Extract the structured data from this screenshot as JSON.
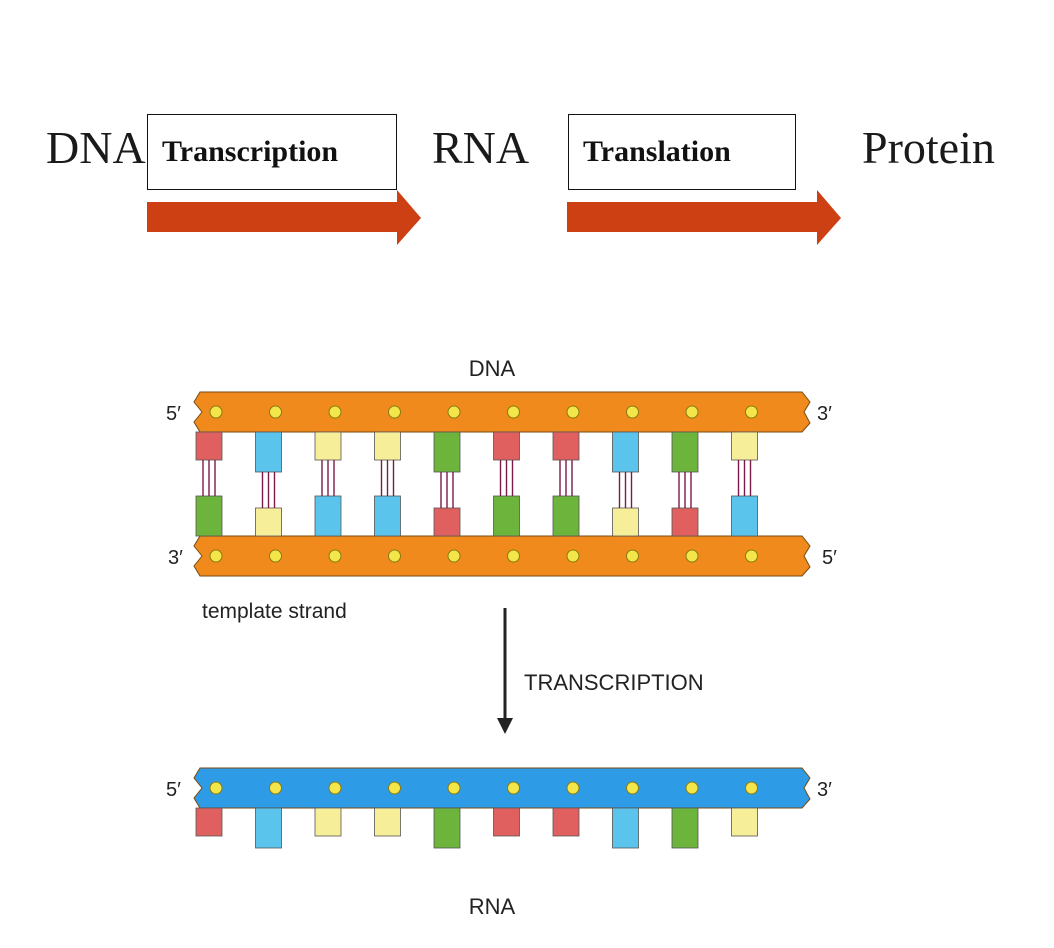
{
  "flow": {
    "dna": "DNA",
    "transcription": "Transcription",
    "rna": "RNA",
    "translation": "Translation",
    "protein": "Protein",
    "arrow_color": "#cc4014"
  },
  "figure": {
    "dna_label": "DNA",
    "rna_label": "RNA",
    "template_label": "template strand",
    "process_label": "TRANSCRIPTION",
    "end_5": "5′",
    "end_3": "3′",
    "backbone_dna_color": "#f08a1c",
    "backbone_rna_color": "#2d9be6",
    "nucleotide_color": "#f2e64a",
    "base_colors": {
      "red": "#e06060",
      "blue": "#5bc4ec",
      "yellow": "#f6ee98",
      "green": "#6cb43c"
    },
    "top_bases": [
      "red",
      "blue",
      "yellow",
      "yellow",
      "green",
      "red",
      "red",
      "blue",
      "green",
      "yellow"
    ],
    "bottom_bases": [
      "green",
      "yellow",
      "blue",
      "blue",
      "red",
      "green",
      "green",
      "yellow",
      "red",
      "blue"
    ],
    "rna_bases": [
      "red",
      "blue",
      "yellow",
      "yellow",
      "green",
      "red",
      "red",
      "blue",
      "green",
      "yellow"
    ]
  }
}
